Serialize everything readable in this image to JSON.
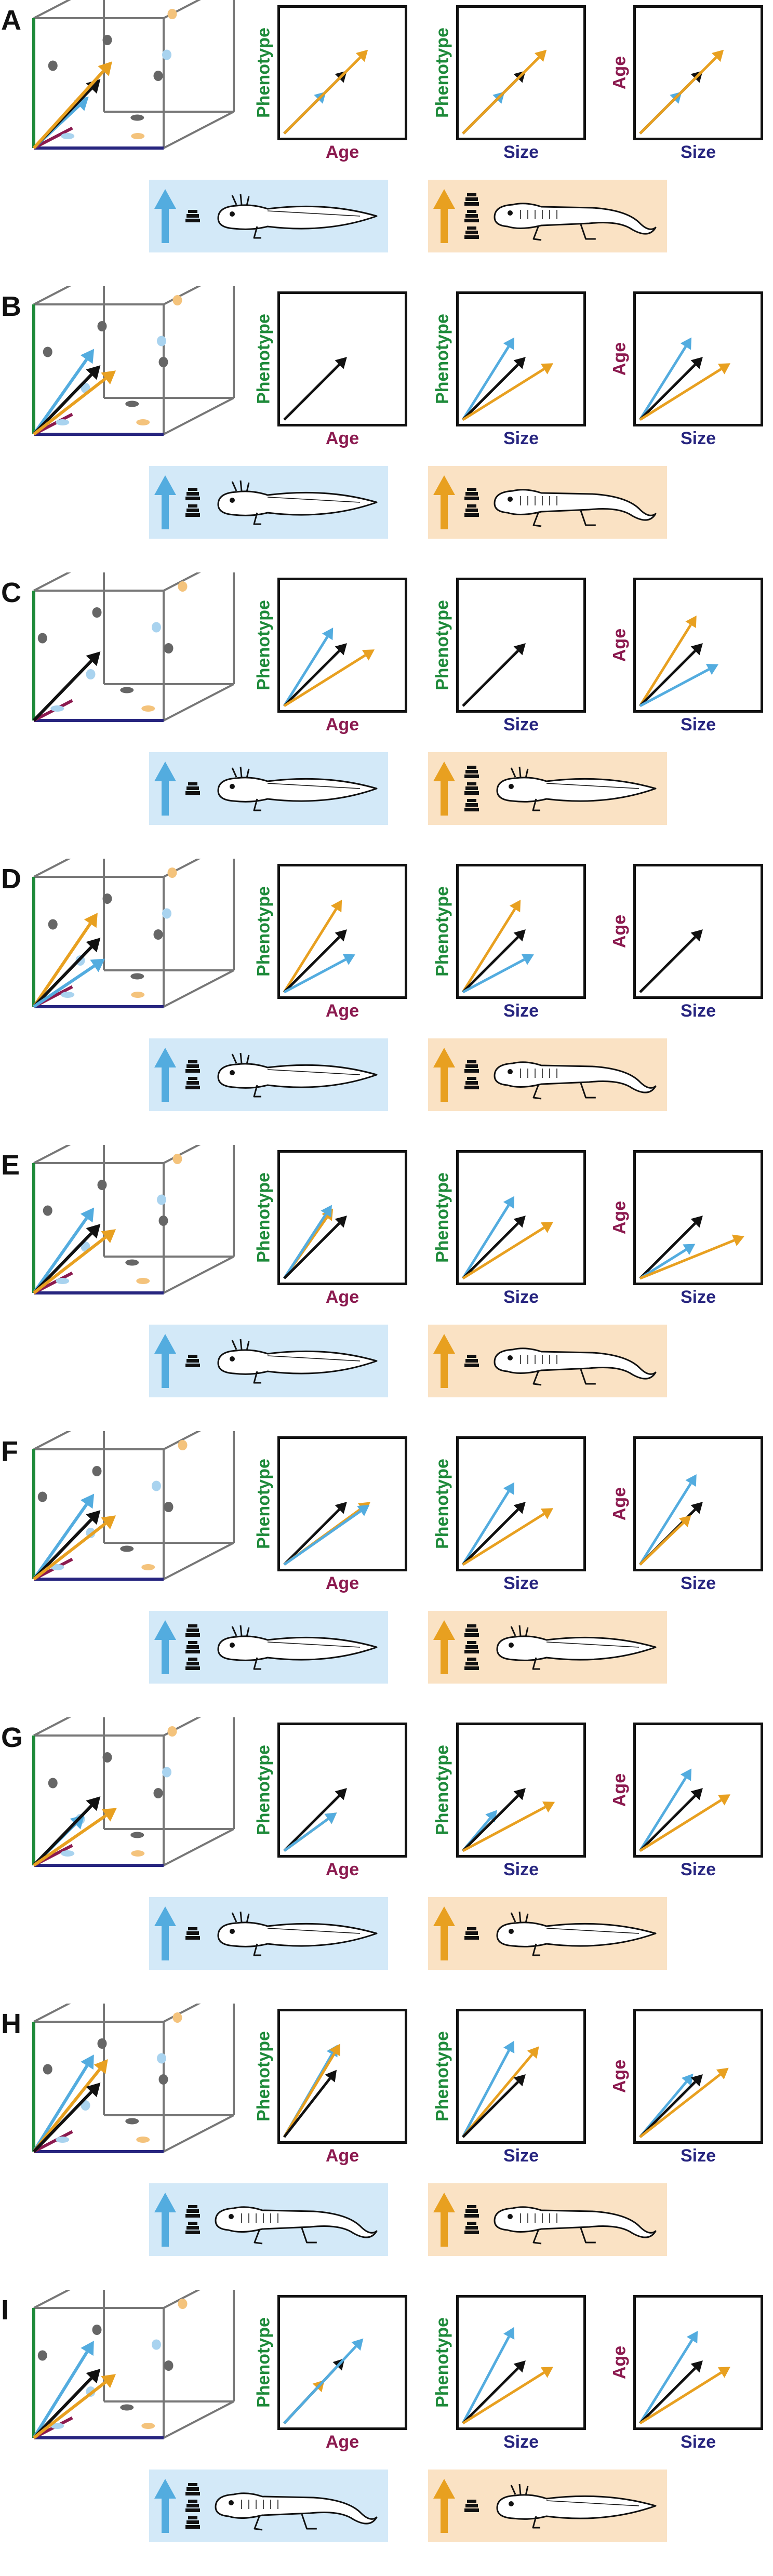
{
  "colors": {
    "phenotype": "#1e8a3a",
    "age": "#8b1a4f",
    "size": "#27257f",
    "blue_arrow": "#53acdf",
    "orange_arrow": "#e8a020",
    "black_arrow": "#111111",
    "blue_panel": "#d3e9f8",
    "orange_panel": "#fae2c4",
    "cube_edge": "#777777",
    "dot_black": "#666666",
    "dot_blue": "#a9d3ef",
    "dot_orange": "#f4c37c"
  },
  "icons": {
    "legend_arrow": "up-arrow-icon",
    "weight_stack": "weight-stack-icon",
    "larva": "axolotl-larva-icon",
    "adult": "salamander-adult-icon"
  },
  "axis_labels": {
    "phenotype": "Phenotype",
    "age": "Age",
    "size": "Size"
  },
  "rows": [
    {
      "letter": "A",
      "panels": [
        {
          "ylabel": "Phenotype",
          "xlabel": "Age",
          "arrows": [
            {
              "color": "blue_arrow",
              "len": 0.5,
              "angle": 45
            },
            {
              "color": "black_arrow",
              "len": 0.75,
              "angle": 45
            },
            {
              "color": "orange_arrow",
              "len": 1.0,
              "angle": 45
            }
          ]
        },
        {
          "ylabel": "Phenotype",
          "xlabel": "Size",
          "arrows": [
            {
              "color": "blue_arrow",
              "len": 0.5,
              "angle": 45
            },
            {
              "color": "black_arrow",
              "len": 0.75,
              "angle": 45
            },
            {
              "color": "orange_arrow",
              "len": 1.0,
              "angle": 45
            }
          ]
        },
        {
          "ylabel": "Age",
          "xlabel": "Size",
          "arrows": [
            {
              "color": "blue_arrow",
              "len": 0.5,
              "angle": 45
            },
            {
              "color": "black_arrow",
              "len": 0.75,
              "angle": 45
            },
            {
              "color": "orange_arrow",
              "len": 1.0,
              "angle": 45
            }
          ]
        }
      ],
      "legend": [
        {
          "tone": "blue",
          "weights": 1,
          "form": "larva"
        },
        {
          "tone": "orange",
          "weights": 3,
          "form": "adult"
        }
      ]
    },
    {
      "letter": "B",
      "panels": [
        {
          "ylabel": "Phenotype",
          "xlabel": "Age",
          "arrows": [
            {
              "color": "black_arrow",
              "len": 0.75,
              "angle": 45
            }
          ]
        },
        {
          "ylabel": "Phenotype",
          "xlabel": "Size",
          "arrows": [
            {
              "color": "blue_arrow",
              "len": 0.82,
              "angle": 58
            },
            {
              "color": "black_arrow",
              "len": 0.75,
              "angle": 45
            },
            {
              "color": "orange_arrow",
              "len": 0.9,
              "angle": 32
            }
          ]
        },
        {
          "ylabel": "Age",
          "xlabel": "Size",
          "arrows": [
            {
              "color": "blue_arrow",
              "len": 0.82,
              "angle": 58
            },
            {
              "color": "black_arrow",
              "len": 0.75,
              "angle": 45
            },
            {
              "color": "orange_arrow",
              "len": 0.9,
              "angle": 32
            }
          ]
        }
      ],
      "legend": [
        {
          "tone": "blue",
          "weights": 2,
          "form": "larva"
        },
        {
          "tone": "orange",
          "weights": 2,
          "form": "adult"
        }
      ]
    },
    {
      "letter": "C",
      "panels": [
        {
          "ylabel": "Phenotype",
          "xlabel": "Age",
          "arrows": [
            {
              "color": "blue_arrow",
              "len": 0.78,
              "angle": 58
            },
            {
              "color": "black_arrow",
              "len": 0.75,
              "angle": 45
            },
            {
              "color": "orange_arrow",
              "len": 0.9,
              "angle": 32
            }
          ]
        },
        {
          "ylabel": "Phenotype",
          "xlabel": "Size",
          "arrows": [
            {
              "color": "black_arrow",
              "len": 0.75,
              "angle": 45
            }
          ]
        },
        {
          "ylabel": "Age",
          "xlabel": "Size",
          "arrows": [
            {
              "color": "orange_arrow",
              "len": 0.9,
              "angle": 58
            },
            {
              "color": "black_arrow",
              "len": 0.75,
              "angle": 45
            },
            {
              "color": "blue_arrow",
              "len": 0.75,
              "angle": 28
            }
          ]
        }
      ],
      "legend": [
        {
          "tone": "blue",
          "weights": 1,
          "form": "larva"
        },
        {
          "tone": "orange",
          "weights": 3,
          "form": "larva"
        }
      ]
    },
    {
      "letter": "D",
      "panels": [
        {
          "ylabel": "Phenotype",
          "xlabel": "Age",
          "arrows": [
            {
              "color": "orange_arrow",
              "len": 0.92,
              "angle": 58
            },
            {
              "color": "black_arrow",
              "len": 0.75,
              "angle": 45
            },
            {
              "color": "blue_arrow",
              "len": 0.68,
              "angle": 28
            }
          ]
        },
        {
          "ylabel": "Phenotype",
          "xlabel": "Size",
          "arrows": [
            {
              "color": "orange_arrow",
              "len": 0.92,
              "angle": 58
            },
            {
              "color": "black_arrow",
              "len": 0.75,
              "angle": 45
            },
            {
              "color": "blue_arrow",
              "len": 0.68,
              "angle": 28
            }
          ]
        },
        {
          "ylabel": "Age",
          "xlabel": "Size",
          "arrows": [
            {
              "color": "black_arrow",
              "len": 0.75,
              "angle": 45
            }
          ]
        }
      ],
      "legend": [
        {
          "tone": "blue",
          "weights": 2,
          "form": "larva"
        },
        {
          "tone": "orange",
          "weights": 2,
          "form": "adult"
        }
      ]
    },
    {
      "letter": "E",
      "panels": [
        {
          "ylabel": "Phenotype",
          "xlabel": "Age",
          "arrows": [
            {
              "color": "orange_arrow",
              "len": 0.72,
              "angle": 55
            },
            {
              "color": "blue_arrow",
              "len": 0.74,
              "angle": 57
            },
            {
              "color": "black_arrow",
              "len": 0.75,
              "angle": 45
            }
          ]
        },
        {
          "ylabel": "Phenotype",
          "xlabel": "Size",
          "arrows": [
            {
              "color": "blue_arrow",
              "len": 0.82,
              "angle": 58
            },
            {
              "color": "black_arrow",
              "len": 0.75,
              "angle": 45
            },
            {
              "color": "orange_arrow",
              "len": 0.9,
              "angle": 32
            }
          ]
        },
        {
          "ylabel": "Age",
          "xlabel": "Size",
          "arrows": [
            {
              "color": "black_arrow",
              "len": 0.75,
              "angle": 45
            },
            {
              "color": "blue_arrow",
              "len": 0.55,
              "angle": 32
            },
            {
              "color": "orange_arrow",
              "len": 0.95,
              "angle": 22
            }
          ]
        }
      ],
      "legend": [
        {
          "tone": "blue",
          "weights": 1,
          "form": "larva"
        },
        {
          "tone": "orange",
          "weights": 1,
          "form": "adult"
        }
      ]
    },
    {
      "letter": "F",
      "panels": [
        {
          "ylabel": "Phenotype",
          "xlabel": "Age",
          "arrows": [
            {
              "color": "black_arrow",
              "len": 0.75,
              "angle": 45
            },
            {
              "color": "orange_arrow",
              "len": 0.9,
              "angle": 36
            },
            {
              "color": "blue_arrow",
              "len": 0.88,
              "angle": 35
            }
          ]
        },
        {
          "ylabel": "Phenotype",
          "xlabel": "Size",
          "arrows": [
            {
              "color": "blue_arrow",
              "len": 0.82,
              "angle": 58
            },
            {
              "color": "black_arrow",
              "len": 0.75,
              "angle": 45
            },
            {
              "color": "orange_arrow",
              "len": 0.9,
              "angle": 32
            }
          ]
        },
        {
          "ylabel": "Age",
          "xlabel": "Size",
          "arrows": [
            {
              "color": "blue_arrow",
              "len": 0.9,
              "angle": 58
            },
            {
              "color": "black_arrow",
              "len": 0.75,
              "angle": 45
            },
            {
              "color": "orange_arrow",
              "len": 0.6,
              "angle": 44
            }
          ]
        }
      ],
      "legend": [
        {
          "tone": "blue",
          "weights": 3,
          "form": "larva"
        },
        {
          "tone": "orange",
          "weights": 3,
          "form": "larva"
        }
      ]
    },
    {
      "letter": "G",
      "panels": [
        {
          "ylabel": "Phenotype",
          "xlabel": "Age",
          "arrows": [
            {
              "color": "black_arrow",
              "len": 0.75,
              "angle": 45
            },
            {
              "color": "orange_arrow",
              "len": 0.55,
              "angle": 36
            },
            {
              "color": "blue_arrow",
              "len": 0.55,
              "angle": 36
            }
          ]
        },
        {
          "ylabel": "Phenotype",
          "xlabel": "Size",
          "arrows": [
            {
              "color": "blue_arrow",
              "len": 0.45,
              "angle": 50
            },
            {
              "color": "black_arrow",
              "len": 0.75,
              "angle": 45
            },
            {
              "color": "orange_arrow",
              "len": 0.88,
              "angle": 28
            }
          ]
        },
        {
          "ylabel": "Age",
          "xlabel": "Size",
          "arrows": [
            {
              "color": "blue_arrow",
              "len": 0.82,
              "angle": 58
            },
            {
              "color": "black_arrow",
              "len": 0.75,
              "angle": 45
            },
            {
              "color": "orange_arrow",
              "len": 0.9,
              "angle": 32
            }
          ]
        }
      ],
      "legend": [
        {
          "tone": "blue",
          "weights": 1,
          "form": "larva"
        },
        {
          "tone": "orange",
          "weights": 1,
          "form": "larva"
        }
      ]
    },
    {
      "letter": "H",
      "panels": [
        {
          "ylabel": "Phenotype",
          "xlabel": "Age",
          "arrows": [
            {
              "color": "blue_arrow",
              "len": 0.9,
              "angle": 60
            },
            {
              "color": "orange_arrow",
              "len": 0.92,
              "angle": 59
            },
            {
              "color": "black_arrow",
              "len": 0.72,
              "angle": 52
            }
          ]
        },
        {
          "ylabel": "Phenotype",
          "xlabel": "Size",
          "arrows": [
            {
              "color": "blue_arrow",
              "len": 0.92,
              "angle": 62
            },
            {
              "color": "orange_arrow",
              "len": 1.0,
              "angle": 50
            },
            {
              "color": "black_arrow",
              "len": 0.75,
              "angle": 45
            }
          ]
        },
        {
          "ylabel": "Age",
          "xlabel": "Size",
          "arrows": [
            {
              "color": "blue_arrow",
              "len": 0.7,
              "angle": 50
            },
            {
              "color": "black_arrow",
              "len": 0.75,
              "angle": 45
            },
            {
              "color": "orange_arrow",
              "len": 0.95,
              "angle": 38
            }
          ]
        }
      ],
      "legend": [
        {
          "tone": "blue",
          "weights": 2,
          "form": "adult"
        },
        {
          "tone": "orange",
          "weights": 2,
          "form": "adult"
        }
      ]
    },
    {
      "letter": "I",
      "panels": [
        {
          "ylabel": "Phenotype",
          "xlabel": "Age",
          "arrows": [
            {
              "color": "orange_arrow",
              "len": 0.5,
              "angle": 47
            },
            {
              "color": "black_arrow",
              "len": 0.75,
              "angle": 47
            },
            {
              "color": "blue_arrow",
              "len": 0.98,
              "angle": 47
            }
          ]
        },
        {
          "ylabel": "Phenotype",
          "xlabel": "Size",
          "arrows": [
            {
              "color": "blue_arrow",
              "len": 0.92,
              "angle": 62
            },
            {
              "color": "black_arrow",
              "len": 0.75,
              "angle": 45
            },
            {
              "color": "orange_arrow",
              "len": 0.9,
              "angle": 32
            }
          ]
        },
        {
          "ylabel": "Age",
          "xlabel": "Size",
          "arrows": [
            {
              "color": "blue_arrow",
              "len": 0.92,
              "angle": 58
            },
            {
              "color": "black_arrow",
              "len": 0.75,
              "angle": 45
            },
            {
              "color": "orange_arrow",
              "len": 0.9,
              "angle": 32
            }
          ]
        }
      ],
      "legend": [
        {
          "tone": "blue",
          "weights": 3,
          "form": "adult"
        },
        {
          "tone": "orange",
          "weights": 1,
          "form": "larva"
        }
      ]
    }
  ]
}
